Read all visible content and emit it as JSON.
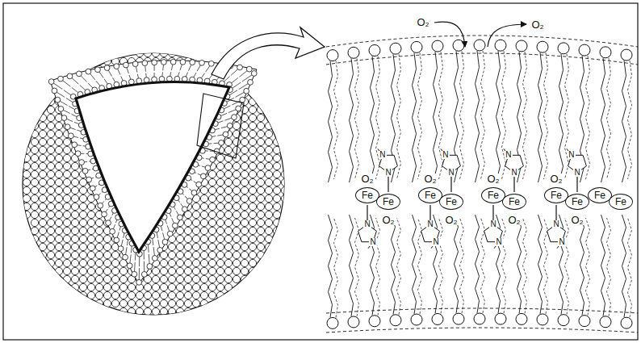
{
  "diagram": {
    "nodes": [
      {
        "text": [
          "Fe"
        ]
      },
      {
        "text": [
          "Fe"
        ]
      },
      {
        "text": [
          "Fe"
        ]
      },
      {
        "text": [
          "Fe"
        ]
      },
      {
        "text": [
          "Fe"
        ]
      },
      {
        "text": [
          "Fe"
        ]
      },
      {
        "text": [
          "Fe"
        ]
      },
      {
        "text": [
          "Fe"
        ]
      },
      {
        "text": [
          "Fe"
        ]
      },
      {
        "text": [
          "Fe"
        ]
      }
    ],
    "labels": [
      "O₂",
      "O₂",
      "O₂",
      "O₂",
      "O₂",
      "O₂",
      "O₂",
      "O₂",
      "O₂",
      "O₂",
      "N",
      "N",
      "N",
      "N",
      "N",
      "N",
      "N",
      "N",
      "N",
      "N",
      "N",
      "N",
      "N",
      "N",
      "N",
      "N"
    ]
  }
}
